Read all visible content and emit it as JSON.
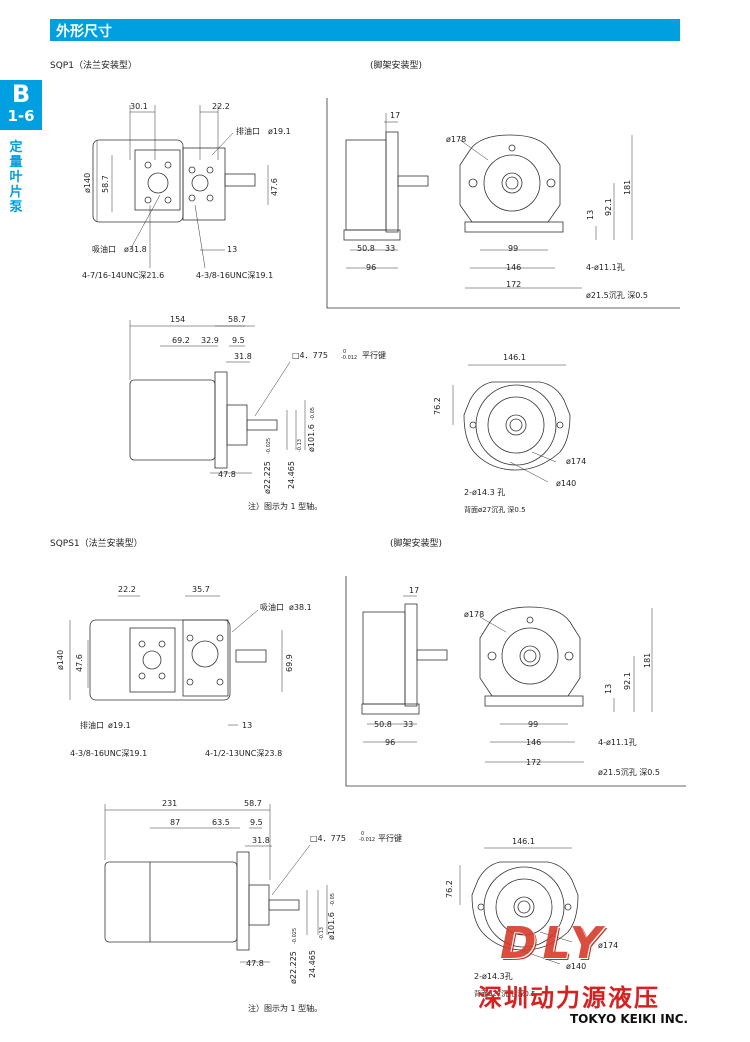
{
  "header": {
    "title": "外形尺寸"
  },
  "tab": {
    "letter": "B",
    "page": "1-6"
  },
  "side_label": "定量叶片泵",
  "sections": {
    "sqp1_flange": "SQP1（法兰安装型）",
    "sqp1_foot": "(脚架安装型)",
    "sqps1_flange": "SQPS1（法兰安装型）",
    "sqps1_foot": "(脚架安装型)"
  },
  "dims": {
    "a1": "30.1",
    "a2": "22.2",
    "a3": "排油口",
    "a4": "ø19.1",
    "a5": "ø140",
    "a6": "58.7",
    "a7": "47.6",
    "a8": "吸油口",
    "a9": "ø31.8",
    "a10": "13",
    "a11": "4-7/16-14UNC深21.6",
    "a12": "4-3/8-16UNC深19.1",
    "b1": "17",
    "b2": "ø178",
    "b3": "181",
    "b4": "92.1",
    "b5": "13",
    "b6": "50.8",
    "b7": "33",
    "b8": "99",
    "b9": "96",
    "b10": "146",
    "b11": "4-ø11.1孔",
    "b12": "172",
    "b13": "ø21.5沉孔 深0.5",
    "c1": "154",
    "c2": "58.7",
    "c3": "69.2",
    "c4": "32.9",
    "c5": "9.5",
    "c6": "31.8",
    "c7": "□4．775",
    "c8": "-0.012",
    "c9": "平行键",
    "c10": "ø101.6",
    "c11": "-0.05",
    "c12": "47.8",
    "c13": "ø22.225",
    "c14": "-0.025",
    "c15": "24.465",
    "c16": "-0.13",
    "d1": "146.1",
    "d2": "76.2",
    "d3": "ø174",
    "d4": "ø140",
    "d5": "2-ø14.3 孔",
    "d6": "背面ø27沉孔 深0.5",
    "e1": "22.2",
    "e2": "35.7",
    "e3": "吸油口",
    "e4": "ø38.1",
    "e5": "ø140",
    "e6": "47.6",
    "e7": "69.9",
    "e8": "排油口",
    "e9": "ø19.1",
    "e10": "13",
    "e11": "4-3/8-16UNC深19.1",
    "e12": "4-1/2-13UNC深23.8",
    "f1": "17",
    "f2": "ø178",
    "f3": "181",
    "f4": "92.1",
    "f5": "13",
    "f6": "50.8",
    "f7": "33",
    "f8": "99",
    "f9": "96",
    "f10": "146",
    "f11": "4-ø11.1孔",
    "f12": "172",
    "f13": "ø21.5沉孔 深0.5",
    "g1": "231",
    "g2": "58.7",
    "g3": "87",
    "g4": "63.5",
    "g5": "9.5",
    "g6": "31.8",
    "g7": "□4．775",
    "g8": "-0.012",
    "g9": "平行键",
    "g10": "ø101.6",
    "g11": "-0.05",
    "g12": "47.8",
    "g13": "ø22.225",
    "g14": "-0.025",
    "g15": "24.465",
    "g16": "-0.13",
    "h1": "146.1",
    "h2": "76.2",
    "h3": "ø174",
    "h4": "ø140",
    "h5": "2-ø14.3孔",
    "h6": "背面ø27沉孔 深0.5",
    "zero": "0"
  },
  "notes": {
    "n1": "注）图示为 1 型轴。",
    "n2": "注）图示为 1 型轴。"
  },
  "watermark": {
    "logo": "DLY",
    "company": "深圳动力源液压"
  },
  "brand": "TOKYO KEIKI INC."
}
